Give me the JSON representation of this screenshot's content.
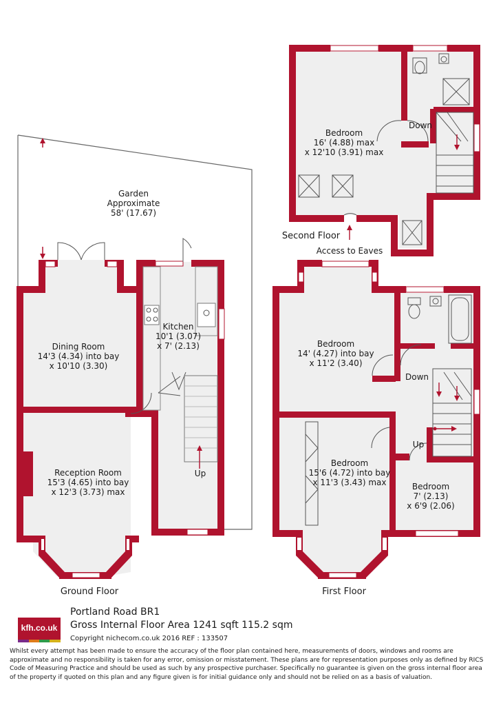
{
  "colors": {
    "wall": "#b0132e",
    "floor": "#efefef",
    "window": "#ffffff"
  },
  "garden": {
    "name": "Garden",
    "line2": "Approximate",
    "size": "58' (17.67)"
  },
  "floors": {
    "ground": "Ground Floor",
    "first": "First Floor",
    "second": "Second Floor"
  },
  "rooms": {
    "dining": {
      "name": "Dining Room",
      "dim1": "14'3 (4.34) into bay",
      "dim2": "x 10'10 (3.30)"
    },
    "kitchen": {
      "name": "Kitchen",
      "dim1": "10'1 (3.07)",
      "dim2": "x 7' (2.13)"
    },
    "reception": {
      "name": "Reception  Room",
      "dim1": "15'3 (4.65) into bay",
      "dim2": "x 12'3 (3.73) max"
    },
    "bed_second": {
      "name": "Bedroom",
      "dim1": "16' (4.88) max",
      "dim2": "x 12'10 (3.91) max"
    },
    "bed_first_back": {
      "name": "Bedroom",
      "dim1": "14' (4.27) into bay",
      "dim2": "x 11'2 (3.40)"
    },
    "bed_first_front": {
      "name": "Bedroom",
      "dim1": "15'6 (4.72) into bay",
      "dim2": "x 11'3 (3.43) max"
    },
    "bed_small": {
      "name": "Bedroom",
      "dim1": "7' (2.13)",
      "dim2": "x 6'9 (2.06)"
    }
  },
  "stairs": {
    "up": "Up",
    "down": "Down",
    "eaves": "Access to Eaves"
  },
  "brand": {
    "logo": "kfh.co.uk",
    "logo_colors": [
      "#7a2a8a",
      "#e07b1a",
      "#2e9a4a",
      "#d6b21a"
    ]
  },
  "info": {
    "title": "Portland Road  BR1",
    "area": "Gross Internal Floor Area 1241 sqft 115.2 sqm",
    "copyright": "Copyright nichecom.co.uk 2016 REF : 133507",
    "disclaimer": "Whilst every attempt has been made to ensure the accuracy of the floor plan contained here, measurements of doors, windows and rooms are approximate and no responsibility is taken for any error, omission or misstatement.  These plans are for representation purposes only as defined by RICS Code of Measuring Practice and should be used as such by any prospective purchaser.  Specifically no guarantee is given on the gross internal floor area of the property if quoted on this plan and any figure given is for initial guidance only and should not be relied on as a basis of valuation."
  }
}
